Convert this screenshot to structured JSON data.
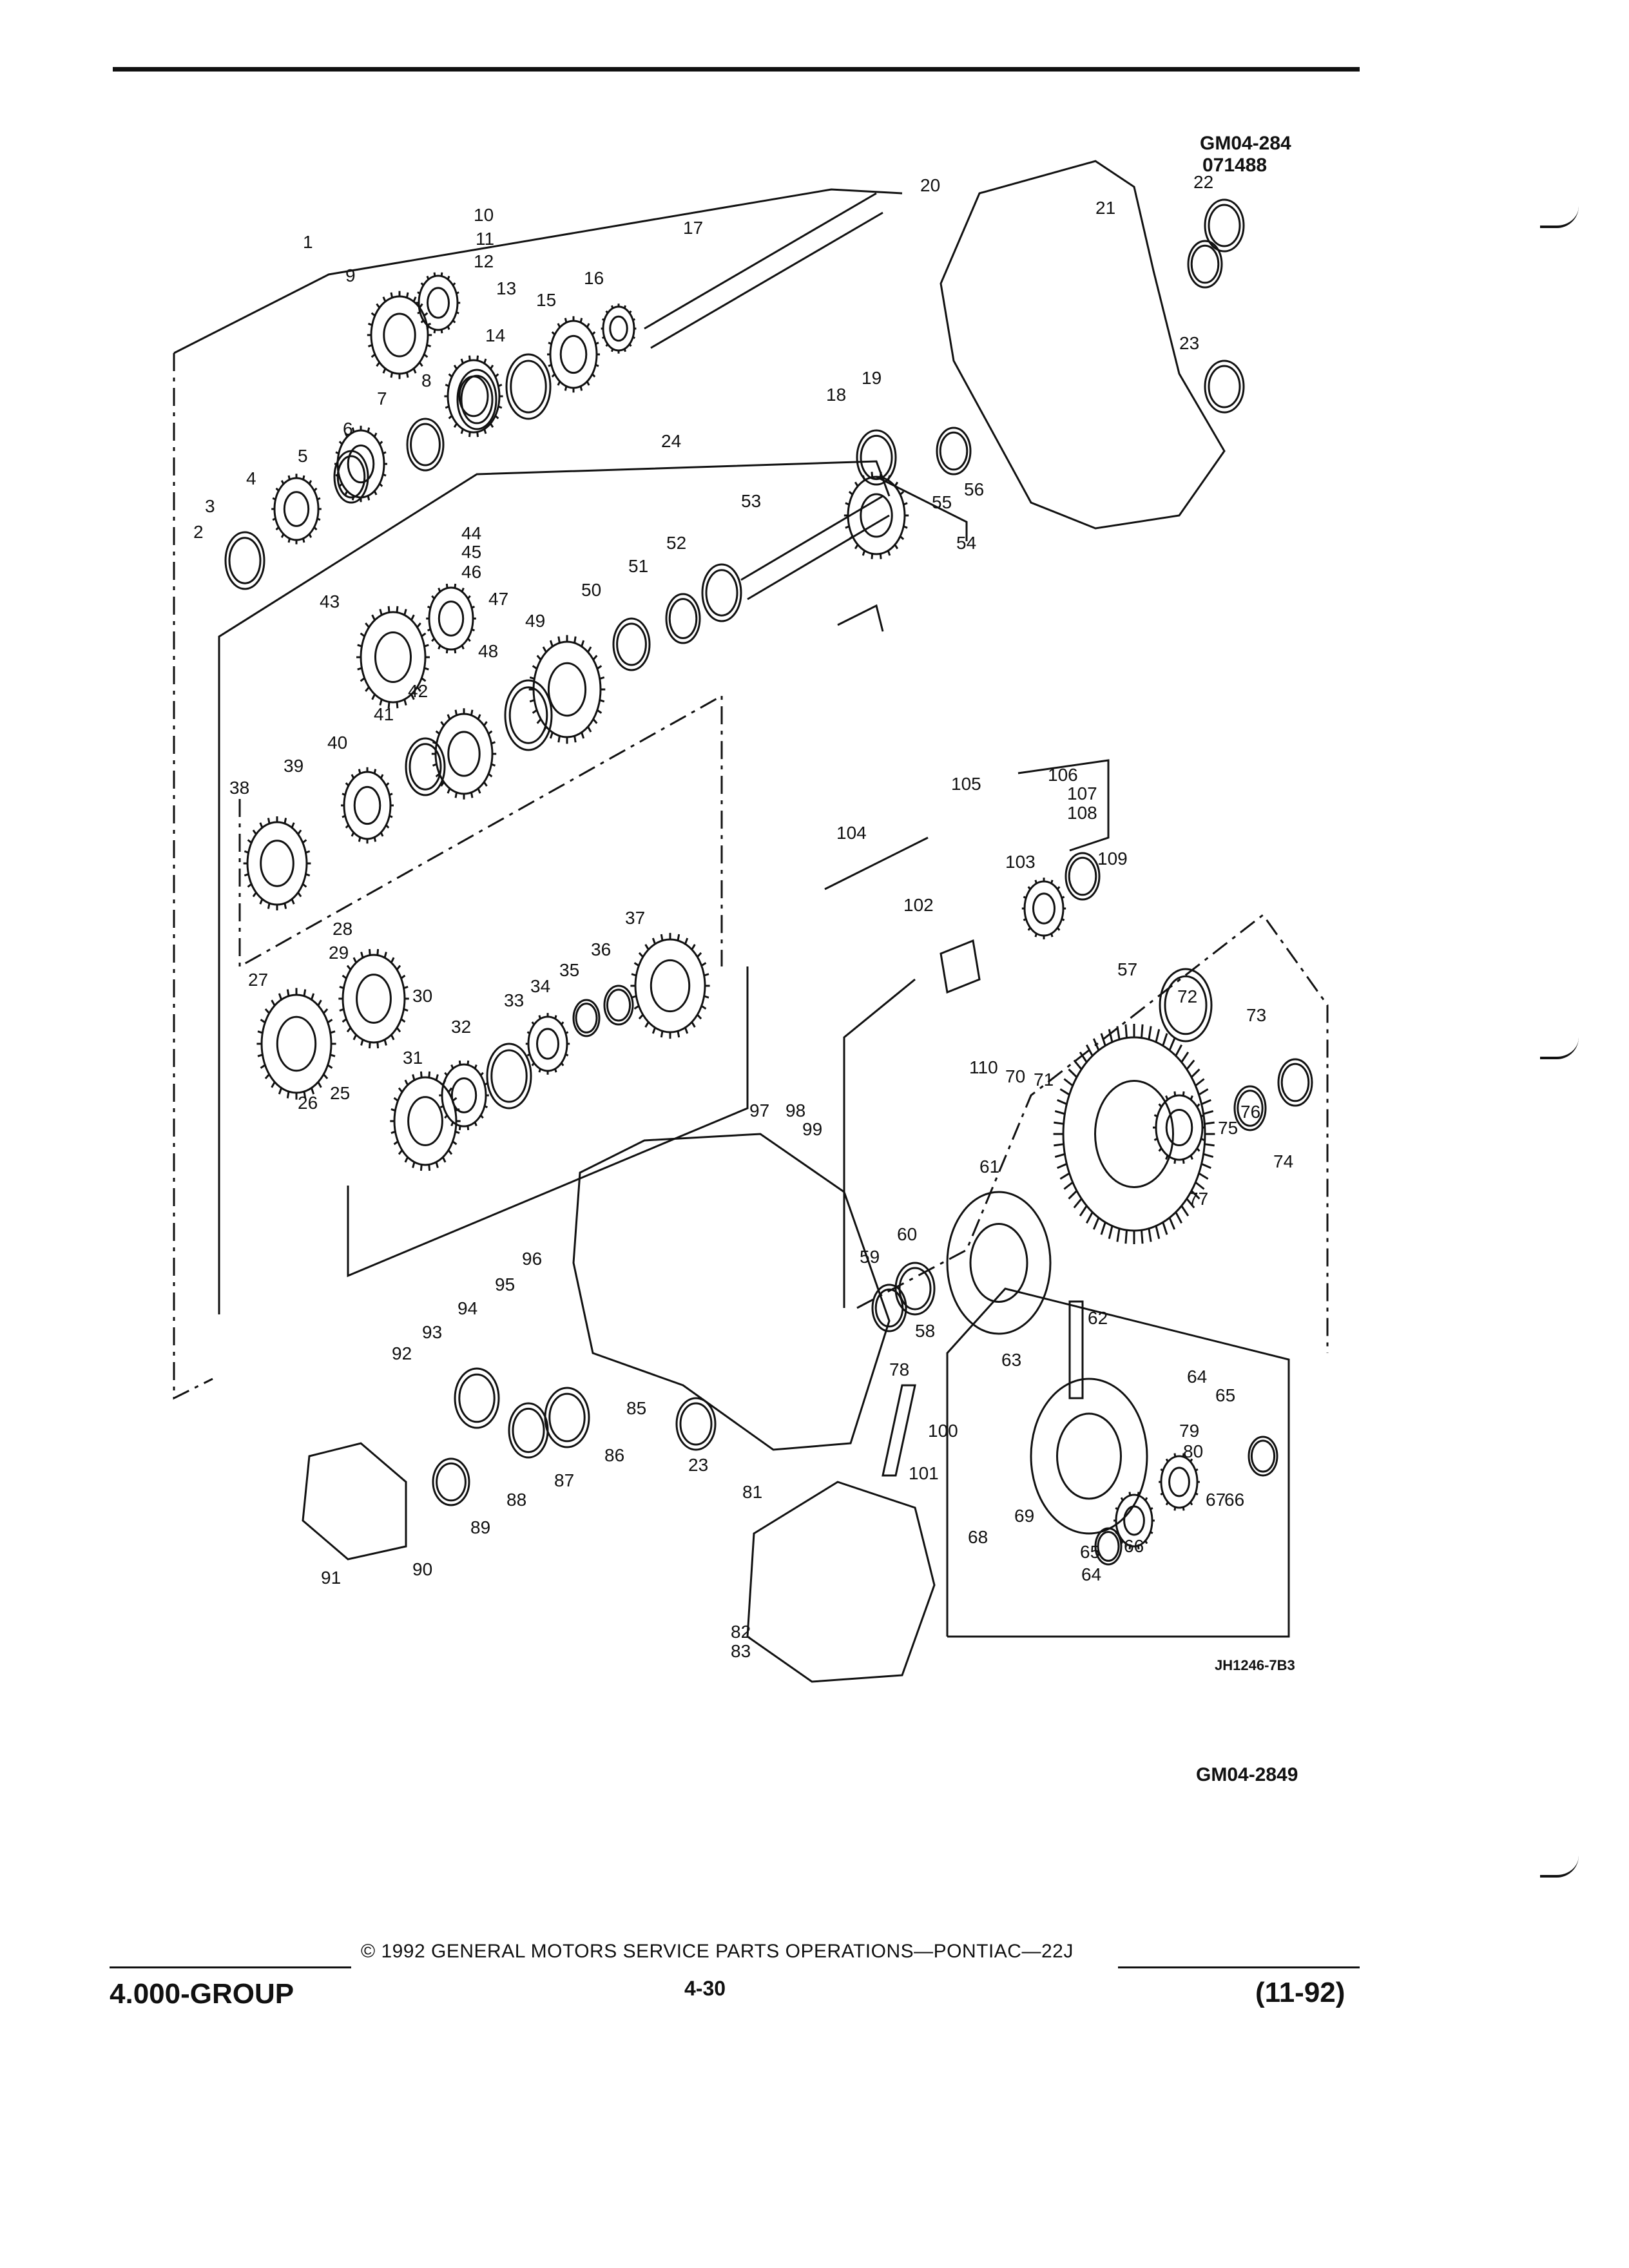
{
  "header": {
    "ref_code": "GM04-284",
    "ref_date": "071488"
  },
  "diagram": {
    "illustration_code": "JH1246-7B3",
    "bottom_ref": "GM04-2849",
    "callouts": [
      "1",
      "2",
      "3",
      "4",
      "5",
      "6",
      "7",
      "8",
      "9",
      "10",
      "11",
      "12",
      "13",
      "14",
      "15",
      "16",
      "17",
      "18",
      "19",
      "20",
      "21",
      "22",
      "23",
      "23",
      "24",
      "25",
      "26",
      "27",
      "28",
      "29",
      "30",
      "31",
      "32",
      "33",
      "34",
      "35",
      "36",
      "37",
      "38",
      "39",
      "40",
      "41",
      "42",
      "43",
      "44",
      "45",
      "46",
      "47",
      "48",
      "49",
      "50",
      "51",
      "52",
      "53",
      "54",
      "55",
      "56",
      "57",
      "58",
      "59",
      "60",
      "61",
      "62",
      "63",
      "64",
      "64",
      "65",
      "65",
      "66",
      "66",
      "67",
      "68",
      "69",
      "70",
      "71",
      "72",
      "73",
      "74",
      "75",
      "76",
      "77",
      "78",
      "79",
      "80",
      "81",
      "82",
      "83",
      "85",
      "86",
      "87",
      "88",
      "89",
      "90",
      "91",
      "92",
      "93",
      "94",
      "95",
      "96",
      "97",
      "98",
      "99",
      "100",
      "101",
      "102",
      "103",
      "104",
      "105",
      "106",
      "107",
      "108",
      "109",
      "110"
    ]
  },
  "footer": {
    "group": "4.000-GROUP",
    "copyright": "© 1992 GENERAL MOTORS SERVICE PARTS OPERATIONS—PONTIAC—22J",
    "page": "4-30",
    "date": "(11-92)"
  }
}
